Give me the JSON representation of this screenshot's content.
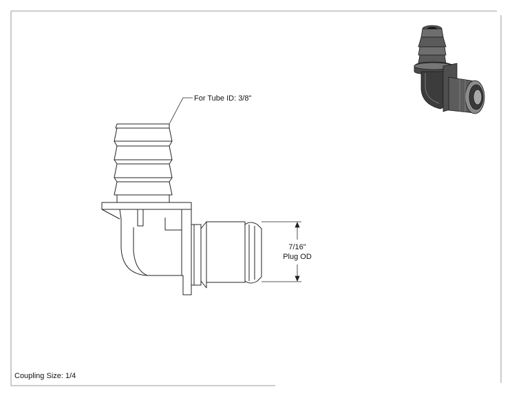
{
  "annotations": {
    "tube_id": "For Tube ID: 3/8\"",
    "plug_od_value": "7/16\"",
    "plug_od_label": "Plug OD",
    "coupling_size": "Coupling Size: 1/4"
  },
  "colors": {
    "line": "#222222",
    "border": "#9a9a9a",
    "part_dark": "#3c3c3c",
    "part_mid": "#6e6e6e",
    "part_light": "#a8a8a8"
  },
  "icons": {
    "iso_view": "elbow-fitting-3d-render"
  }
}
